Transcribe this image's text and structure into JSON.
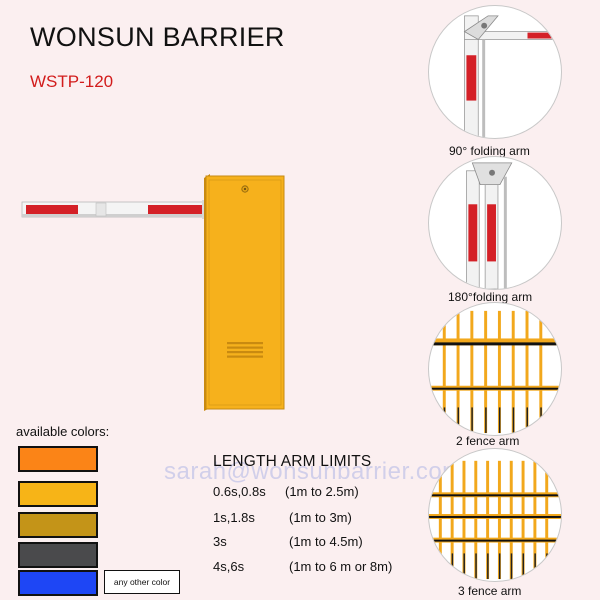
{
  "header": {
    "title": "WONSUN BARRIER",
    "model": "WSTP-120"
  },
  "colors": {
    "label": "available colors:",
    "swatches": [
      "#fb8417",
      "#f7b417",
      "#c49418",
      "#4a4a4c",
      "#1e46f5"
    ],
    "other_label": "any other color"
  },
  "limits": {
    "title": "LENGTH ARM LIMITS",
    "rows": [
      {
        "speed": "0.6s,0.8s",
        "range": "(1m to 2.5m)"
      },
      {
        "speed": "1s,1.8s",
        "range": "(1m to 3m)"
      },
      {
        "speed": "3s",
        "range": "(1m to 4.5m)"
      },
      {
        "speed": "4s,6s",
        "range": "(1m to 6 m or 8m)"
      }
    ]
  },
  "watermark": "sarah@wonsunbarrier.com",
  "arm_types": [
    {
      "caption": "90° folding arm",
      "icon": "folding-arm-90"
    },
    {
      "caption": "180°folding arm",
      "icon": "folding-arm-180"
    },
    {
      "caption": "2 fence arm",
      "icon": "fence-arm-2"
    },
    {
      "caption": "3 fence arm",
      "icon": "fence-arm-3"
    }
  ]
}
